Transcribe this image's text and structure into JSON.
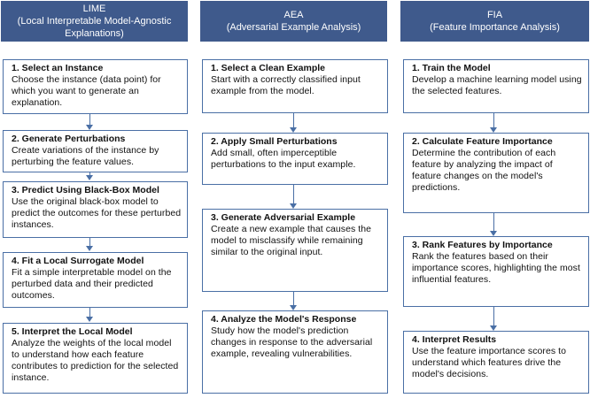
{
  "columns": [
    {
      "title": "LIME",
      "subtitle": "(Local Interpretable Model-Agnostic Explanations)",
      "steps": [
        {
          "title": "1. Select an Instance",
          "desc": "Choose the instance (data point) for which you want to generate an explanation."
        },
        {
          "title": "2. Generate Perturbations",
          "desc": "Create variations of the instance by perturbing the feature values."
        },
        {
          "title": "3. Predict Using Black-Box Model",
          "desc": "Use the original black-box model to predict the outcomes for these perturbed instances."
        },
        {
          "title": "4. Fit a Local Surrogate Model",
          "desc": "Fit a simple interpretable model on the perturbed data and their predicted outcomes."
        },
        {
          "title": "5. Interpret the Local Model",
          "desc": "Analyze the weights of the local model to understand how each feature contributes to prediction for the selected instance."
        }
      ]
    },
    {
      "title": "AEA",
      "subtitle": "(Adversarial Example Analysis)",
      "steps": [
        {
          "title": "1. Select a Clean Example",
          "desc": "Start with a correctly classified input example from the model."
        },
        {
          "title": "2. Apply Small Perturbations",
          "desc": "Add small, often imperceptible perturbations to the input example."
        },
        {
          "title": "3. Generate Adversarial Example",
          "desc": "Create a new example that causes the model to misclassify while remaining similar to the original input."
        },
        {
          "title": "4. Analyze the Model's Response",
          "desc": "Study how the model's prediction changes in response to the adversarial example, revealing vulnerabilities."
        }
      ]
    },
    {
      "title": "FIA",
      "subtitle": "(Feature Importance Analysis)",
      "steps": [
        {
          "title": "1. Train the Model",
          "desc": "Develop a machine learning model using the selected features."
        },
        {
          "title": "2. Calculate Feature Importance",
          "desc": "Determine the contribution of each feature by analyzing the impact of feature changes on the model's predictions."
        },
        {
          "title": "3. Rank Features by Importance",
          "desc": "Rank the features based on their importance scores, highlighting the most influential features."
        },
        {
          "title": "4. Interpret Results",
          "desc": "Use the feature importance scores to understand which features drive the model's decisions."
        }
      ]
    }
  ]
}
